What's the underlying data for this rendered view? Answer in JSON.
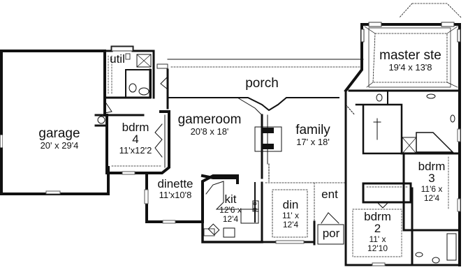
{
  "plan": {
    "rooms": [
      {
        "id": "garage",
        "name": "garage",
        "dims": "20' x 29'4"
      },
      {
        "id": "util",
        "name": "util",
        "dims": ""
      },
      {
        "id": "bdrm4",
        "name": "bdrm",
        "number": "4",
        "dims": "11'x12'2"
      },
      {
        "id": "porch",
        "name": "porch",
        "dims": ""
      },
      {
        "id": "gameroom",
        "name": "gameroom",
        "dims": "20'8 x 18'"
      },
      {
        "id": "family",
        "name": "family",
        "dims": "17' x 18'"
      },
      {
        "id": "master",
        "name": "master ste",
        "dims": "19'4 x 13'8"
      },
      {
        "id": "dinette",
        "name": "dinette",
        "dims": "11'x10'8"
      },
      {
        "id": "kit",
        "name": "kit",
        "dims_line1": "12'6 x",
        "dims_line2": "12'4"
      },
      {
        "id": "din",
        "name": "din",
        "dims_line1": "11' x",
        "dims_line2": "12'4"
      },
      {
        "id": "ent",
        "name": "ent",
        "dims": ""
      },
      {
        "id": "por",
        "name": "por",
        "dims": ""
      },
      {
        "id": "bdrm2",
        "name": "bdrm",
        "number": "2",
        "dims_line1": "11' x",
        "dims_line2": "12'10"
      },
      {
        "id": "bdrm3",
        "name": "bdrm",
        "number": "3",
        "dims_line1": "11'6 x",
        "dims_line2": "12'4"
      }
    ],
    "colors": {
      "wall": "#111111",
      "background": "#ffffff",
      "fixture": "#333333"
    }
  }
}
